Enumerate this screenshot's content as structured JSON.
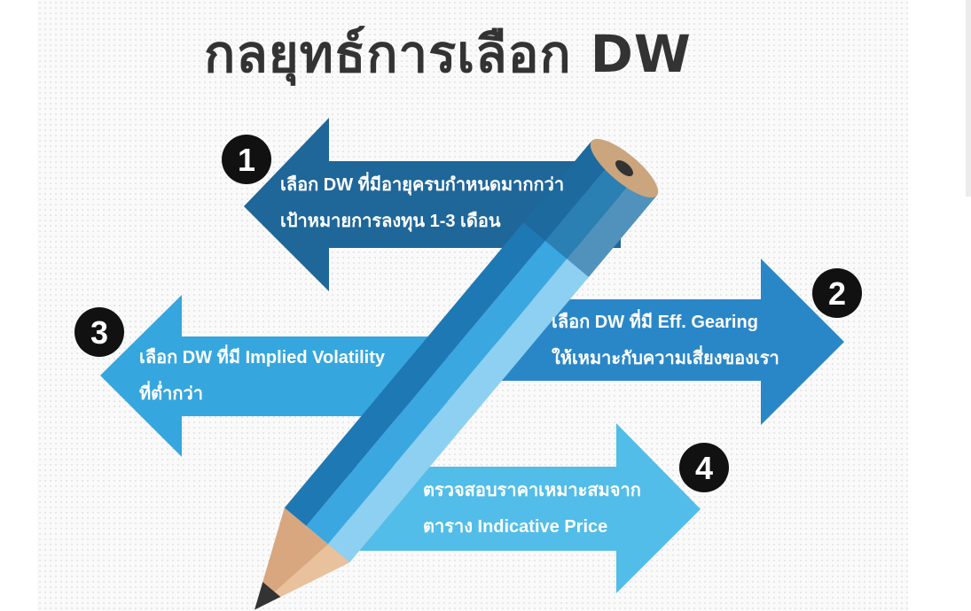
{
  "title": "กลยุทธ์การเลือก DW",
  "colors": {
    "arrow1": "#1f6699",
    "arrow2": "#2a87c7",
    "arrow3": "#36a6de",
    "arrow4": "#52bde8",
    "badge": "#111111"
  },
  "steps": [
    {
      "number": "1",
      "line1": "เลือก DW ที่มีอายุครบกำหนดมากกว่า",
      "line2": "เป้าหมายการลงทุน 1-3 เดือน"
    },
    {
      "number": "2",
      "line1": "เลือก DW ที่มี Eff. Gearing",
      "line2": "ให้เหมาะกับความเสี่ยงของเรา"
    },
    {
      "number": "3",
      "line1": "เลือก DW ที่มี Implied Volatility",
      "line2": "ที่ต่ำกว่า"
    },
    {
      "number": "4",
      "line1": "ตรวจสอบราคาเหมาะสมจาก",
      "line2": "ตาราง Indicative Price"
    }
  ]
}
